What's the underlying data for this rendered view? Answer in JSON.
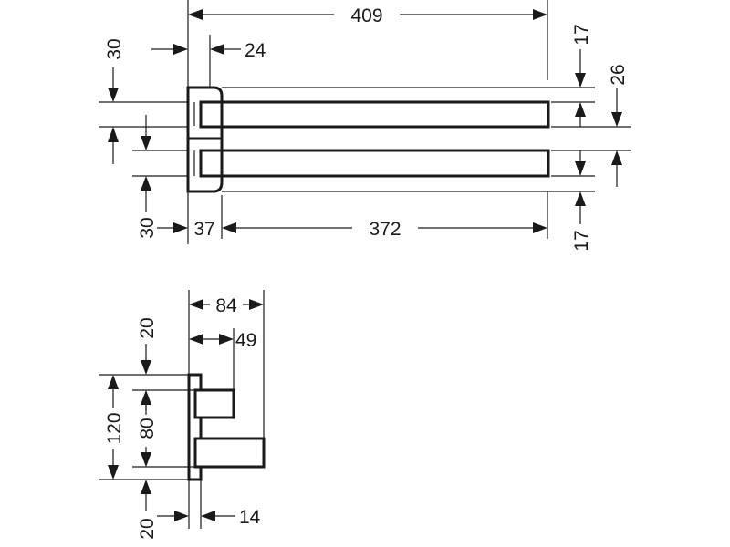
{
  "drawing": {
    "top_view": {
      "overall_width": "409",
      "wall_offset": "30",
      "mount_gap": "24",
      "upper_bar_height": "17",
      "bar_pitch": "26",
      "base_offset": "30",
      "mount_depth": "37",
      "bar_length": "372",
      "lower_bar_height": "17"
    },
    "side_view": {
      "overall_depth": "84",
      "upper_arm_depth": "49",
      "top_offset": "20",
      "overall_height": "120",
      "arm_spacing": "80",
      "bottom_offset": "20",
      "plate_thickness": "14"
    }
  }
}
